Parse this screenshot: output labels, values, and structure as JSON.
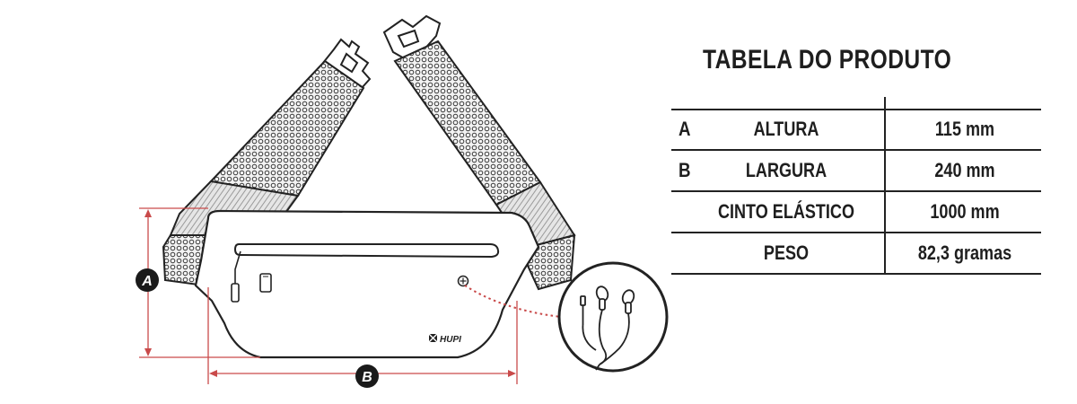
{
  "illustration": {
    "brand_logo_text": "HUPI",
    "dimension_badges": [
      "A",
      "B"
    ],
    "line_color": "#222222",
    "dimension_color": "#c94a4a",
    "badge_color": "#1a1a1a"
  },
  "table": {
    "title": "TABELA DO PRODUTO",
    "rows": [
      {
        "letter": "A",
        "label": "ALTURA",
        "value": "115 mm"
      },
      {
        "letter": "B",
        "label": "LARGURA",
        "value": "240 mm"
      },
      {
        "letter": "",
        "label": "CINTO ELÁSTICO",
        "value": "1000 mm"
      },
      {
        "letter": "",
        "label": "PESO",
        "value": "82,3 gramas"
      }
    ]
  }
}
